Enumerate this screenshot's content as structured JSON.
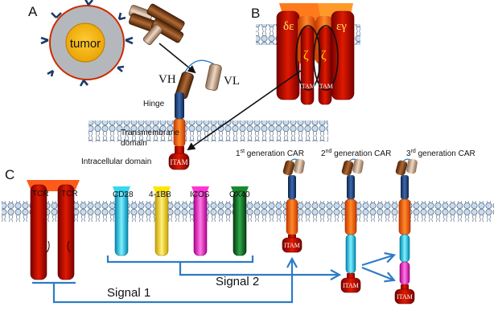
{
  "panels": {
    "a": "A",
    "b": "B",
    "c": "C"
  },
  "tumor": "tumor",
  "antibody": {
    "vh": "VH",
    "vl": "VL"
  },
  "car_domains": {
    "hinge": "Hinge",
    "transmembrane_line1": "Transmembrane",
    "transmembrane_line2": "domain",
    "intracellular": "Intracellular domain",
    "itam": "ITAM"
  },
  "tcr_complex": {
    "delta_epsilon": "δε",
    "epsilon_gamma": "εγ",
    "zeta_left": "ζ",
    "zeta_right": "ζ",
    "itam_left": "ITAM",
    "itam_right": "ITAM"
  },
  "generations": {
    "first_base": "1",
    "first_sup": "st",
    "first_rest": " generation CAR",
    "second_base": "2",
    "second_sup": "nd",
    "second_rest": " generation CAR",
    "third_base": "3",
    "third_sup": "rd",
    "third_rest": " generation CAR",
    "itam": "ITAM"
  },
  "receptors": {
    "tcr_left": "TCR",
    "tcr_right": "TCR",
    "cd28": "CD28",
    "4_1bb": "4-1BB",
    "icos": "ICOS",
    "ox40": "OX40"
  },
  "signals": {
    "signal1": "Signal 1",
    "signal2": "Signal 2"
  },
  "colors": {
    "membrane_fill": "#ffffff",
    "membrane_head": "#c9dcef",
    "membrane_edge": "#5b6f88",
    "arrow_blue": "#2e7bc6",
    "red": "#cc1100",
    "dark_red": "#7a0000",
    "orange": "#ff6a1a",
    "navy": "#1a3a6b",
    "cyan": "#00c8e8",
    "yellow": "#ffdd00",
    "magenta": "#ff00cc",
    "green": "#0a6b1a",
    "brown": "#8b4a1e",
    "tan": "#c8a888"
  }
}
